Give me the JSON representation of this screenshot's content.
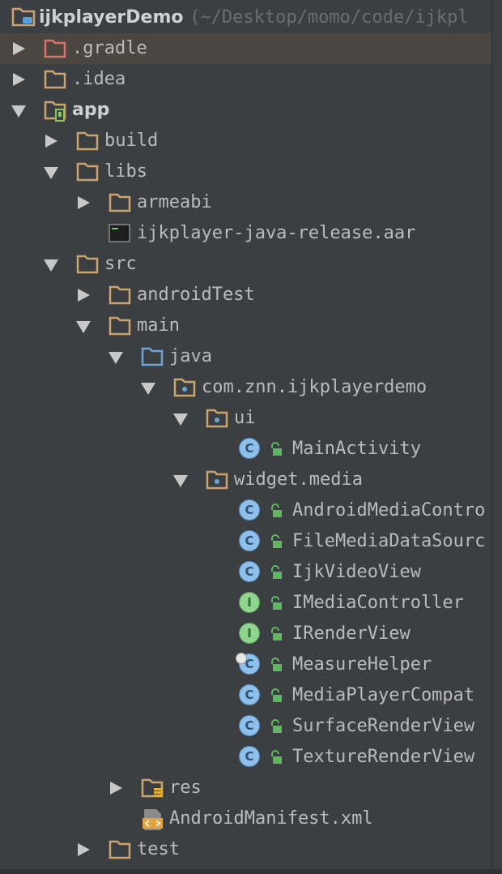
{
  "project": {
    "name": "ijkplayerDemo",
    "path": "(~/Desktop/momo/code/ijkpl"
  },
  "tree": [
    {
      "label": ".gradle",
      "icon": "folder-excluded-icon"
    },
    {
      "label": ".idea",
      "icon": "folder-icon"
    },
    {
      "label": "app",
      "icon": "module-icon"
    },
    {
      "label": "build",
      "icon": "folder-icon"
    },
    {
      "label": "libs",
      "icon": "folder-icon"
    },
    {
      "label": "armeabi",
      "icon": "folder-icon"
    },
    {
      "label": "ijkplayer-java-release.aar",
      "icon": "archive-file-icon"
    },
    {
      "label": "src",
      "icon": "folder-icon"
    },
    {
      "label": "androidTest",
      "icon": "folder-icon"
    },
    {
      "label": "main",
      "icon": "folder-icon"
    },
    {
      "label": "java",
      "icon": "source-root-folder-icon"
    },
    {
      "label": "com.znn.ijkplayerdemo",
      "icon": "package-icon"
    },
    {
      "label": "ui",
      "icon": "package-icon"
    },
    {
      "label": "MainActivity",
      "icon": "class-icon"
    },
    {
      "label": "widget.media",
      "icon": "package-icon"
    },
    {
      "label": "AndroidMediaContro",
      "icon": "class-icon"
    },
    {
      "label": "FileMediaDataSourc",
      "icon": "class-icon"
    },
    {
      "label": "IjkVideoView",
      "icon": "class-icon"
    },
    {
      "label": "IMediaController",
      "icon": "interface-icon"
    },
    {
      "label": "IRenderView",
      "icon": "interface-icon"
    },
    {
      "label": "MeasureHelper",
      "icon": "class-icon"
    },
    {
      "label": "MediaPlayerCompat",
      "icon": "class-icon"
    },
    {
      "label": "SurfaceRenderView",
      "icon": "class-icon"
    },
    {
      "label": "TextureRenderView",
      "icon": "class-icon"
    },
    {
      "label": "res",
      "icon": "resource-folder-icon"
    },
    {
      "label": "AndroidManifest.xml",
      "icon": "xml-file-icon"
    },
    {
      "label": "test",
      "icon": "folder-icon"
    }
  ],
  "badges": {
    "class": "C",
    "interface": "I"
  },
  "colors": {
    "background": "#3c3f41",
    "selected_row": "#4b4740",
    "folder": "#c9a471",
    "excluded_folder": "#d9726a",
    "source_folder": "#6ea3d3",
    "class_badge": "#8ec0ec",
    "interface_badge": "#8fd48f",
    "lock": "#5fb85f"
  }
}
